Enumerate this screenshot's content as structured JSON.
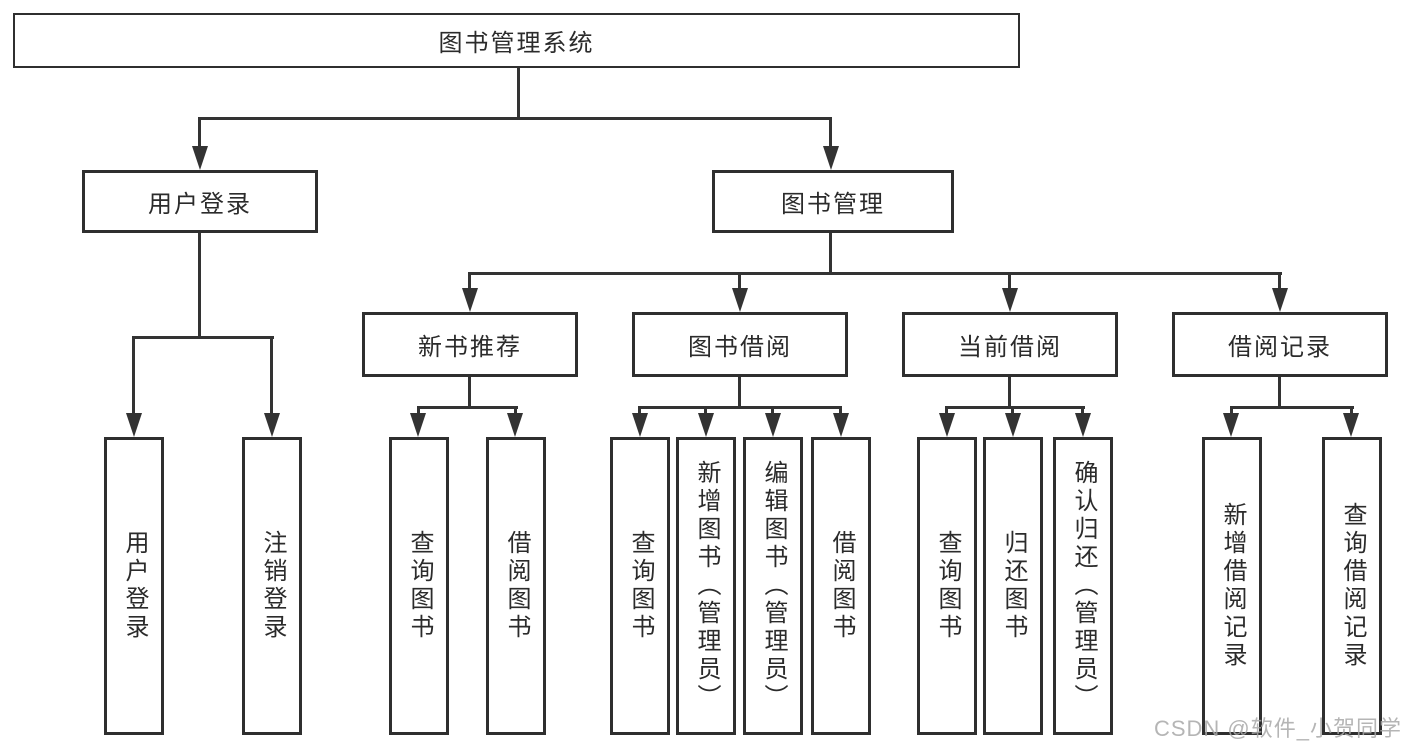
{
  "diagram": {
    "title": "图书管理系统",
    "user_login": {
      "label": "用户登录",
      "children": [
        {
          "label": "用户登录"
        },
        {
          "label": "注销登录"
        }
      ]
    },
    "book_mgmt": {
      "label": "图书管理",
      "sections": [
        {
          "label": "新书推荐",
          "children": [
            {
              "label": "查询图书"
            },
            {
              "label": "借阅图书"
            }
          ]
        },
        {
          "label": "图书借阅",
          "children": [
            {
              "label": "查询图书"
            },
            {
              "label": "新增图书（管理员）"
            },
            {
              "label": "编辑图书（管理员）"
            },
            {
              "label": "借阅图书"
            }
          ]
        },
        {
          "label": "当前借阅",
          "children": [
            {
              "label": "查询图书"
            },
            {
              "label": "归还图书"
            },
            {
              "label": "确认归还（管理员）"
            }
          ]
        },
        {
          "label": "借阅记录",
          "children": [
            {
              "label": "新增借阅记录"
            },
            {
              "label": "查询借阅记录"
            }
          ]
        }
      ]
    },
    "watermark": "CSDN @软件_小贺同学"
  }
}
